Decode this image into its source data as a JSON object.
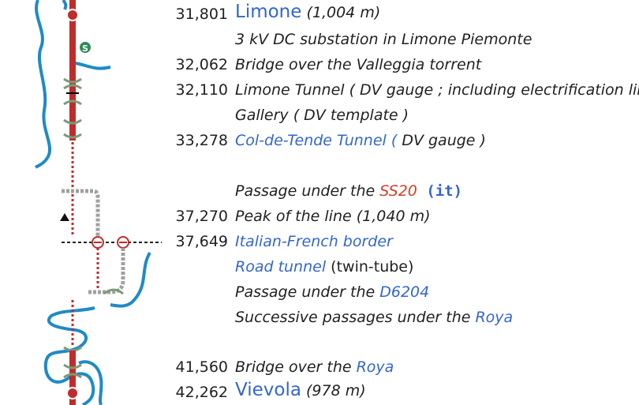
{
  "rows": [
    {
      "km": "31,801",
      "name": "Limone",
      "elev": "(1,004 m)"
    },
    {
      "km": "",
      "text": "3 kV DC substation in Limone Piemonte"
    },
    {
      "km": "32,062",
      "text": "Bridge over the Valleggia torrent"
    },
    {
      "km": "32,110",
      "text": "Limone Tunnel ( DV gauge  ; including electrification limit)"
    },
    {
      "km": "",
      "text": "Gallery ( DV template )"
    },
    {
      "km": "33,278",
      "link": "Col-de-Tende Tunnel (",
      "text": " DV gauge )"
    },
    {
      "km": "",
      "pre": "Passage under the ",
      "red": "SS20",
      "code": " (it)"
    },
    {
      "km": "37,270",
      "text": "Peak of the line (1,040 m)"
    },
    {
      "km": "37,649",
      "link": "Italian-French border"
    },
    {
      "km": "",
      "link": "Road tunnel",
      "plain": " (twin-tube)"
    },
    {
      "km": "",
      "pre": "Passage under the ",
      "link": "D6204"
    },
    {
      "km": "",
      "pre": "Successive passages under the ",
      "link": "Roya"
    },
    {
      "km": "41,560",
      "pre": "Bridge over the ",
      "link": "Roya"
    },
    {
      "km": "42,262",
      "name": "Vievola",
      "elev": "(978 m)"
    }
  ],
  "diagram": {
    "substation_letter": "S",
    "colors": {
      "track": "#be2d2c",
      "river": "#1f8ac6",
      "bridge": "#7a9a7a",
      "road": "#a0a0a0",
      "link": "#3366cc",
      "redlink": "#d33f2a",
      "substation": "#2e8b57"
    }
  }
}
